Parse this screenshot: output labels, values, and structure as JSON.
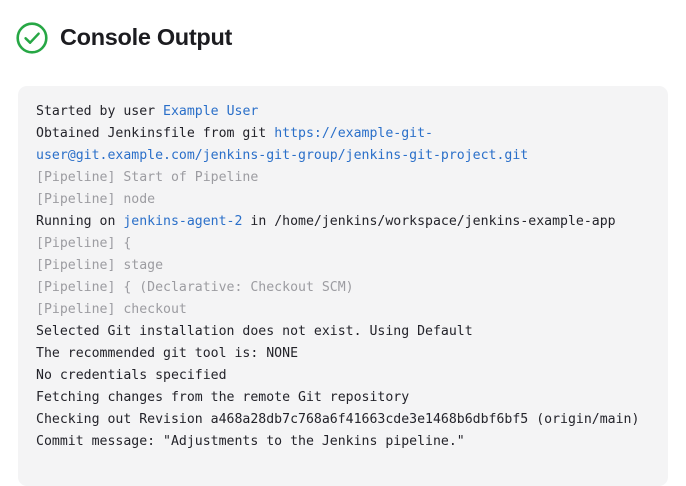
{
  "header": {
    "title": "Console Output",
    "status_icon": "check-circle-icon",
    "status_color": "#27a745"
  },
  "console": {
    "link_color": "#2a6fc9",
    "muted_color": "#9c9ca1",
    "text_color": "#23232a",
    "background": "#f4f4f5",
    "lines": [
      {
        "style": "normal",
        "parts": [
          {
            "text": "Started by user ",
            "type": "text"
          },
          {
            "text": "Example User",
            "type": "link"
          }
        ]
      },
      {
        "style": "normal",
        "parts": [
          {
            "text": "Obtained Jenkinsfile from git ",
            "type": "text"
          },
          {
            "text": "https://example-git-user@git.example.com/jenkins-git-group/jenkins-git-project.git",
            "type": "link"
          }
        ]
      },
      {
        "style": "muted",
        "parts": [
          {
            "text": "[Pipeline] Start of Pipeline",
            "type": "text"
          }
        ]
      },
      {
        "style": "muted",
        "parts": [
          {
            "text": "[Pipeline] node",
            "type": "text"
          }
        ]
      },
      {
        "style": "normal",
        "parts": [
          {
            "text": "Running on ",
            "type": "text"
          },
          {
            "text": "jenkins-agent-2",
            "type": "link"
          },
          {
            "text": " in /home/jenkins/workspace/jenkins-example-app",
            "type": "text"
          }
        ]
      },
      {
        "style": "muted",
        "parts": [
          {
            "text": "[Pipeline] {",
            "type": "text"
          }
        ]
      },
      {
        "style": "muted",
        "parts": [
          {
            "text": "[Pipeline] stage",
            "type": "text"
          }
        ]
      },
      {
        "style": "muted",
        "parts": [
          {
            "text": "[Pipeline] { (Declarative: Checkout SCM)",
            "type": "text"
          }
        ]
      },
      {
        "style": "muted",
        "parts": [
          {
            "text": "[Pipeline] checkout",
            "type": "text"
          }
        ]
      },
      {
        "style": "normal",
        "parts": [
          {
            "text": "Selected Git installation does not exist. Using Default",
            "type": "text"
          }
        ]
      },
      {
        "style": "normal",
        "parts": [
          {
            "text": "The recommended git tool is: NONE",
            "type": "text"
          }
        ]
      },
      {
        "style": "normal",
        "parts": [
          {
            "text": "No credentials specified",
            "type": "text"
          }
        ]
      },
      {
        "style": "normal",
        "parts": [
          {
            "text": "Fetching changes from the remote Git repository",
            "type": "text"
          }
        ]
      },
      {
        "style": "normal",
        "parts": [
          {
            "text": "Checking out Revision a468a28db7c768a6f41663cde3e1468b6dbf6bf5 (origin/main)",
            "type": "text"
          }
        ]
      },
      {
        "style": "normal",
        "parts": [
          {
            "text": "Commit message: \"Adjustments to the Jenkins pipeline.\"",
            "type": "text"
          }
        ]
      }
    ]
  }
}
